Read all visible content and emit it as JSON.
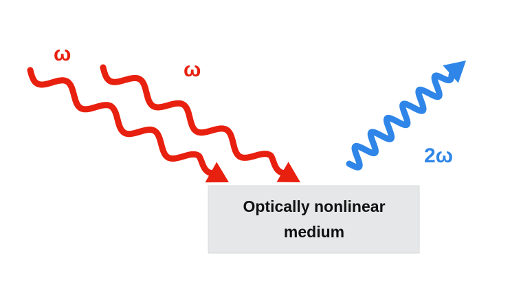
{
  "medium": {
    "line1": "Optically nonlinear",
    "line2": "medium",
    "fill": "#e6e7e8",
    "stroke": "#d7d8da"
  },
  "incident": {
    "label1": "ω",
    "label2": "ω",
    "color": "#e8200f"
  },
  "output": {
    "label": "2ω",
    "color": "#2f86e8"
  }
}
